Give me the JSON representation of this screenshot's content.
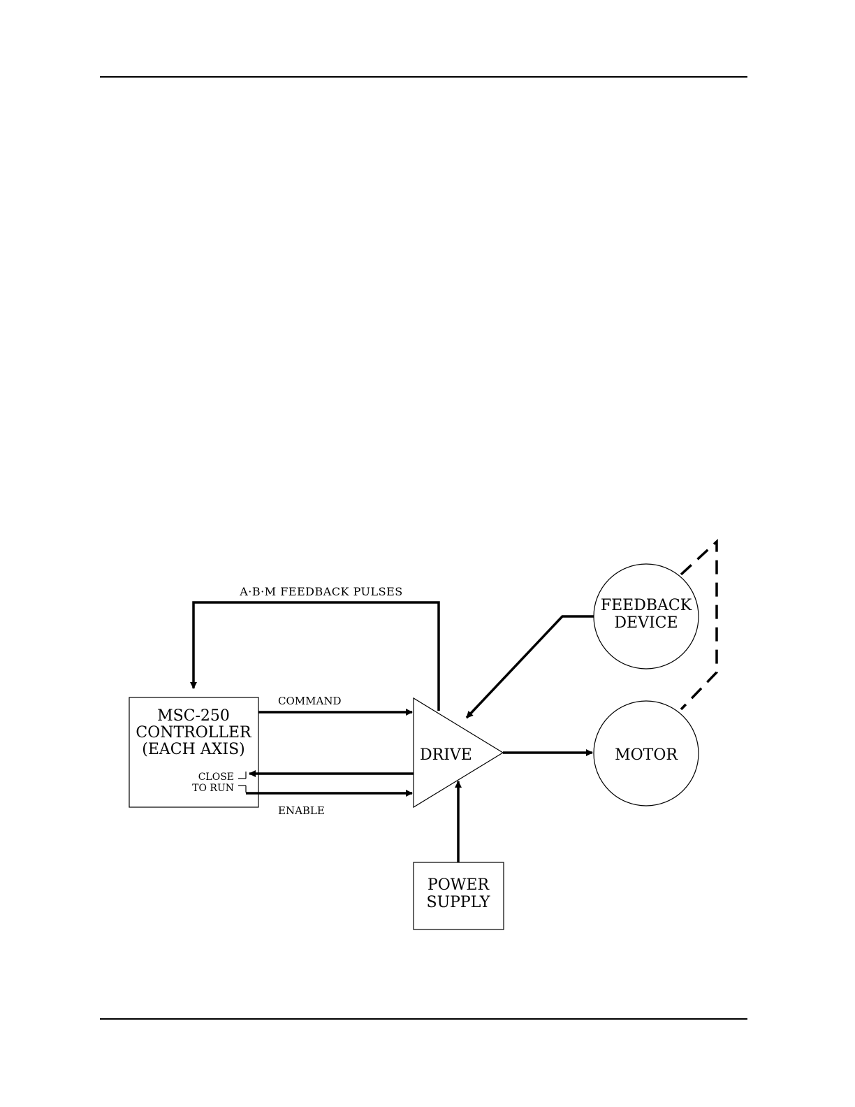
{
  "blocks": {
    "controller": [
      "MSC-250",
      "CONTROLLER",
      "(EACH AXIS)"
    ],
    "contact": [
      "CLOSE",
      "TO RUN"
    ],
    "drive": "DRIVE",
    "motor": "MOTOR",
    "feedback_device": [
      "FEEDBACK",
      "DEVICE"
    ],
    "power_supply": [
      "POWER",
      "SUPPLY"
    ]
  },
  "signals": {
    "feedback_pulses": "A·B·M FEEDBACK PULSES",
    "command": "COMMAND",
    "enable": "ENABLE"
  }
}
